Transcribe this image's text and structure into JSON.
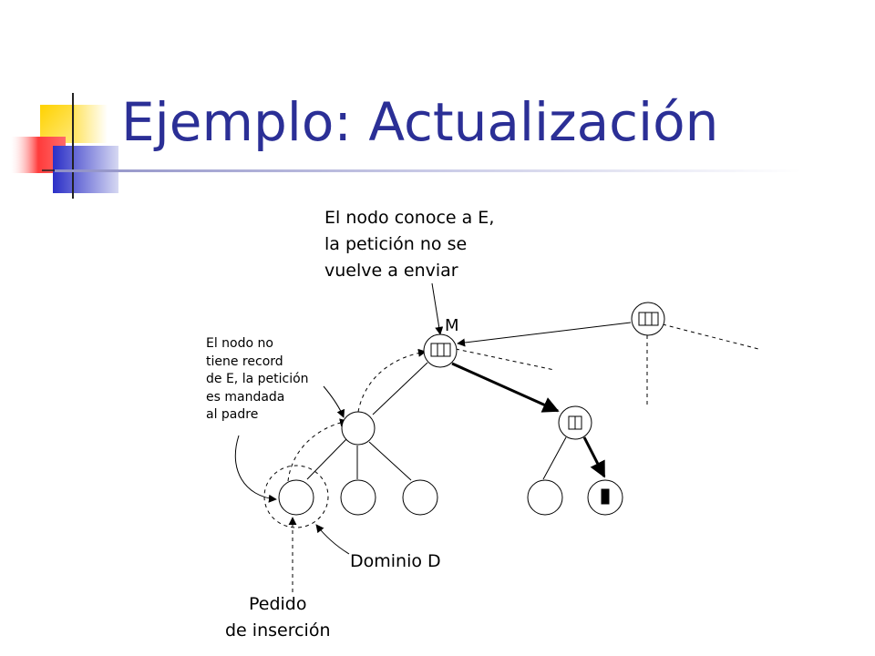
{
  "slide": {
    "title": "Ejemplo: Actualización",
    "colors": {
      "title": "#2b2f96",
      "logo_yellow": "#ffd200",
      "logo_red": "#ff3b3b",
      "logo_blue": "#3b3bd6"
    }
  },
  "diagram": {
    "annotation_known": "El nodo conoce a E,\nla petición no se\nvuelve a enviar",
    "annotation_forward": "El nodo no\ntiene record\nde E, la petición\nes mandada\nal padre",
    "node_label_m": "M",
    "domain_label": "Dominio D",
    "insertion_label": "Pedido\nde inserción"
  }
}
